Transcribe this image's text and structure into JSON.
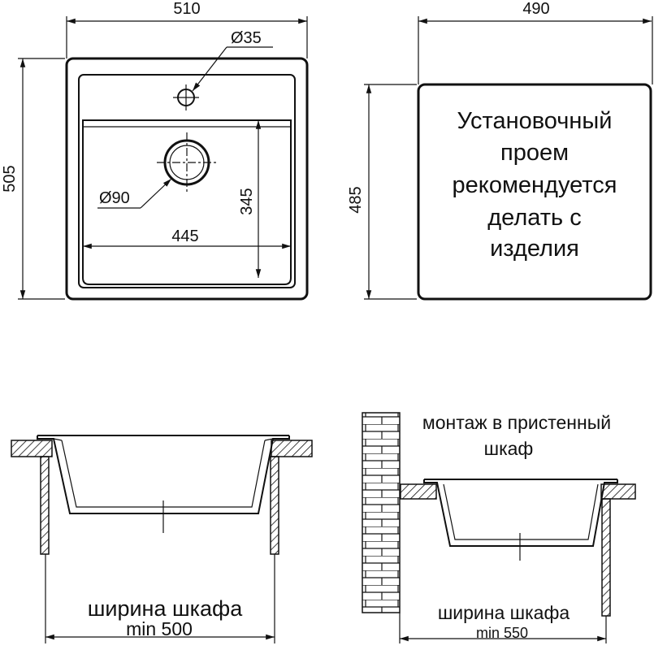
{
  "top_view": {
    "outer_width": "510",
    "outer_height": "505",
    "bowl_width": "445",
    "bowl_depth": "345",
    "tap_hole": "Ø35",
    "drain_hole": "Ø90"
  },
  "cutout": {
    "width": "490",
    "height": "485",
    "note_lines": [
      "Установочный",
      "проем",
      "рекомендуется",
      "делать с",
      "изделия"
    ]
  },
  "section_left": {
    "caption": "ширина шкафа",
    "min_label": "min 500"
  },
  "section_right": {
    "mount_lines": [
      "монтаж в пристенный",
      "шкаф"
    ],
    "caption": "ширина шкафа",
    "min_label": "min 550"
  }
}
